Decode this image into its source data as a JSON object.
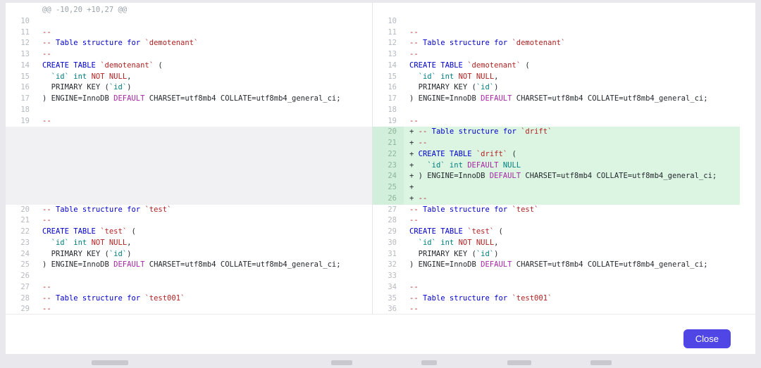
{
  "modal": {
    "close_button": "Close"
  },
  "colors": {
    "accent": "#4f46e5",
    "added_line_bg": "#dcf5e2",
    "added_gutter_bg": "#d2efdb",
    "filler_bg": "#f1f1f3",
    "keyword": "#0000cd",
    "identifier": "#b22222",
    "type": "#008080",
    "secondary_keyword": "#a626a4",
    "line_number": "#b4bac0",
    "hunk_text": "#9aa3ab"
  },
  "diff": {
    "hunk_header": "@@ -10,20 +10,27 @@",
    "left": [
      {
        "k": "hunk",
        "t": "@@ -10,20 +10,27 @@"
      },
      {
        "n": "10",
        "t": ""
      },
      {
        "n": "11",
        "t": "--"
      },
      {
        "n": "12",
        "t": "-- Table structure for `demotenant`"
      },
      {
        "n": "13",
        "t": "--"
      },
      {
        "n": "14",
        "t": "CREATE TABLE `demotenant` ("
      },
      {
        "n": "15",
        "t": "  `id` int NOT NULL,"
      },
      {
        "n": "16",
        "t": "  PRIMARY KEY (`id`)"
      },
      {
        "n": "17",
        "t": ") ENGINE=InnoDB DEFAULT CHARSET=utf8mb4 COLLATE=utf8mb4_general_ci;"
      },
      {
        "n": "18",
        "t": ""
      },
      {
        "n": "19",
        "t": "--"
      },
      {
        "k": "fill"
      },
      {
        "k": "fill"
      },
      {
        "k": "fill"
      },
      {
        "k": "fill"
      },
      {
        "k": "fill"
      },
      {
        "k": "fill"
      },
      {
        "k": "fill"
      },
      {
        "n": "20",
        "t": "-- Table structure for `test`"
      },
      {
        "n": "21",
        "t": "--"
      },
      {
        "n": "22",
        "t": "CREATE TABLE `test` ("
      },
      {
        "n": "23",
        "t": "  `id` int NOT NULL,"
      },
      {
        "n": "24",
        "t": "  PRIMARY KEY (`id`)"
      },
      {
        "n": "25",
        "t": ") ENGINE=InnoDB DEFAULT CHARSET=utf8mb4 COLLATE=utf8mb4_general_ci;"
      },
      {
        "n": "26",
        "t": ""
      },
      {
        "n": "27",
        "t": "--"
      },
      {
        "n": "28",
        "t": "-- Table structure for `test001`"
      },
      {
        "n": "29",
        "t": "--"
      }
    ],
    "right": [
      {
        "k": "pad"
      },
      {
        "n": "10",
        "t": ""
      },
      {
        "n": "11",
        "t": "--"
      },
      {
        "n": "12",
        "t": "-- Table structure for `demotenant`"
      },
      {
        "n": "13",
        "t": "--"
      },
      {
        "n": "14",
        "t": "CREATE TABLE `demotenant` ("
      },
      {
        "n": "15",
        "t": "  `id` int NOT NULL,"
      },
      {
        "n": "16",
        "t": "  PRIMARY KEY (`id`)"
      },
      {
        "n": "17",
        "t": ") ENGINE=InnoDB DEFAULT CHARSET=utf8mb4 COLLATE=utf8mb4_general_ci;"
      },
      {
        "n": "18",
        "t": ""
      },
      {
        "n": "19",
        "t": "--"
      },
      {
        "n": "20",
        "k": "add",
        "s": "+",
        "t": "-- Table structure for `drift`"
      },
      {
        "n": "21",
        "k": "add",
        "s": "+",
        "t": "--"
      },
      {
        "n": "22",
        "k": "add",
        "s": "+",
        "t": "CREATE TABLE `drift` ("
      },
      {
        "n": "23",
        "k": "add",
        "s": "+",
        "t": "  `id` int DEFAULT NULL"
      },
      {
        "n": "24",
        "k": "add",
        "s": "+",
        "t": ") ENGINE=InnoDB DEFAULT CHARSET=utf8mb4 COLLATE=utf8mb4_general_ci;"
      },
      {
        "n": "25",
        "k": "add",
        "s": "+",
        "t": ""
      },
      {
        "n": "26",
        "k": "add",
        "s": "+",
        "t": "--"
      },
      {
        "n": "27",
        "t": "-- Table structure for `test`"
      },
      {
        "n": "28",
        "t": "--"
      },
      {
        "n": "29",
        "t": "CREATE TABLE `test` ("
      },
      {
        "n": "30",
        "t": "  `id` int NOT NULL,"
      },
      {
        "n": "31",
        "t": "  PRIMARY KEY (`id`)"
      },
      {
        "n": "32",
        "t": ") ENGINE=InnoDB DEFAULT CHARSET=utf8mb4 COLLATE=utf8mb4_general_ci;"
      },
      {
        "n": "33",
        "t": ""
      },
      {
        "n": "34",
        "t": "--"
      },
      {
        "n": "35",
        "t": "-- Table structure for `test001`"
      },
      {
        "n": "36",
        "t": "--"
      }
    ]
  }
}
